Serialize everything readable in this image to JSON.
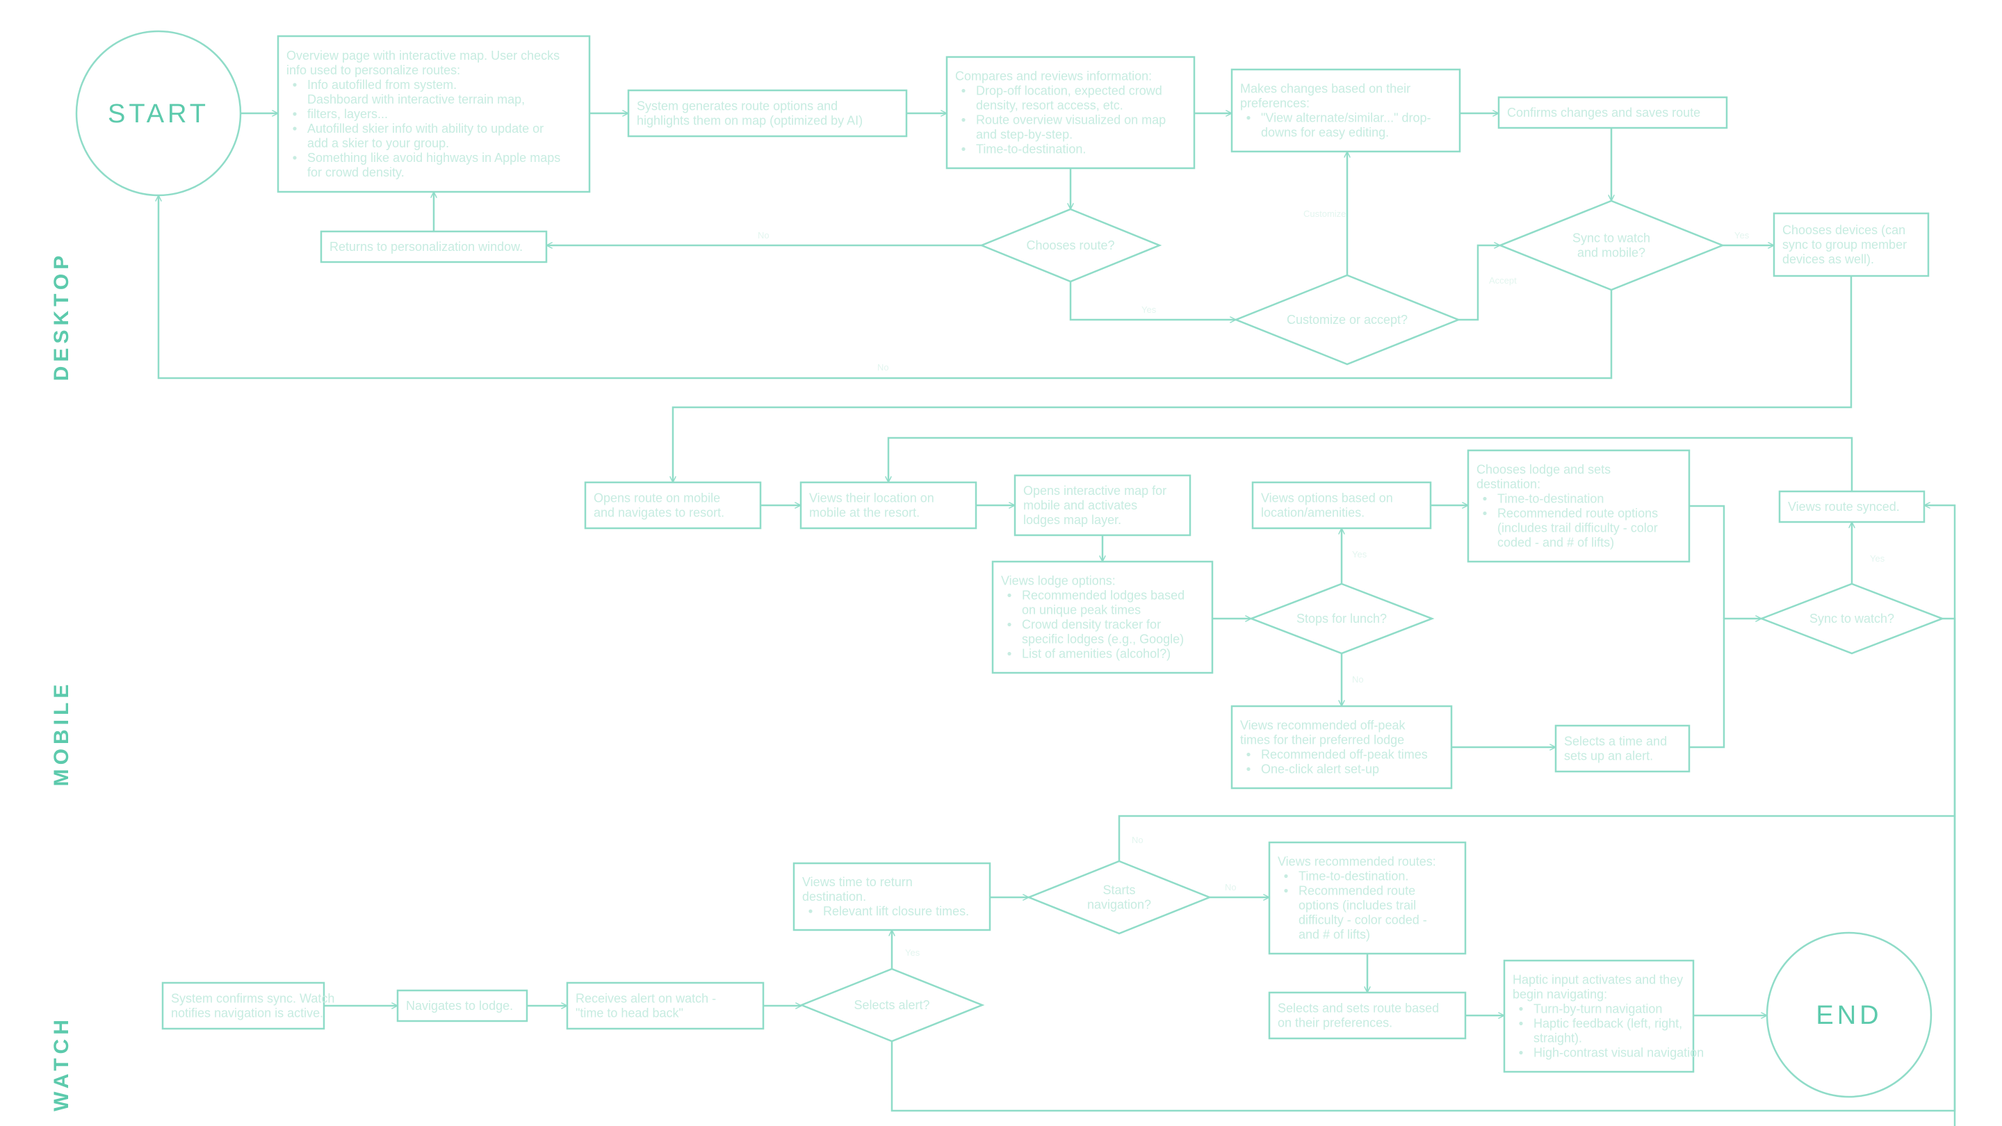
{
  "lanes": {
    "desktop": "DESKTOP",
    "mobile": "MOBILE",
    "watch": "WATCH"
  },
  "colors": {
    "stroke": "#8fdcc8",
    "text_faint": "#c7ece1",
    "accent": "#5ccaac",
    "background": "#ffffff"
  },
  "nodes": {
    "start": {
      "text": "START"
    },
    "overview": {
      "lines": [
        "Overview page with interactive map. User checks",
        "info used to personalize routes:"
      ],
      "bullets": [
        [
          "Info autofilled from system.",
          "Dashboard with interactive terrain map,"
        ],
        [
          "filters, layers..."
        ],
        [
          "Autofilled skier info with ability to update or",
          "add a skier to your group."
        ],
        [
          "Something like avoid highways in Apple maps",
          "for crowd density."
        ]
      ]
    },
    "generates": {
      "lines": [
        "System generates route options and",
        "highlights them on map (optimized by AI)"
      ]
    },
    "compares": {
      "lines": [
        "Compares and reviews information:"
      ],
      "bullets": [
        [
          "Drop-off location, expected crowd",
          "density, resort access, etc."
        ],
        [
          "Route overview visualized on map",
          "and step-by-step."
        ],
        [
          "Time-to-destination."
        ]
      ]
    },
    "makes_changes": {
      "lines": [
        "Makes changes based on their",
        "preferences:"
      ],
      "bullets": [
        [
          "\"View alternate/similar...\" drop-",
          "downs for easy editing."
        ]
      ]
    },
    "confirms": {
      "lines": [
        "Confirms changes and saves route"
      ]
    },
    "returns": {
      "lines": [
        "Returns to personalization window."
      ]
    },
    "chooses_route": {
      "lines": [
        "Chooses route?"
      ]
    },
    "customize": {
      "lines": [
        "Customize or accept?"
      ]
    },
    "sync_watch_mobile": {
      "lines": [
        "Sync to watch",
        "and mobile?"
      ]
    },
    "chooses_devices": {
      "lines": [
        "Chooses devices (can",
        "sync to group member",
        "devices as well)."
      ]
    },
    "opens_route": {
      "lines": [
        "Opens route on mobile",
        "and navigates to resort."
      ]
    },
    "views_location": {
      "lines": [
        "Views their location on",
        "mobile at the resort."
      ]
    },
    "opens_map": {
      "lines": [
        "Opens interactive map for",
        "mobile and activates",
        "lodges map layer."
      ]
    },
    "views_lodge_options": {
      "lines": [
        "Views lodge options:"
      ],
      "bullets": [
        [
          "Recommended lodges based",
          "on unique peak times"
        ],
        [
          "Crowd density tracker for",
          "specific lodges (e.g., Google)"
        ],
        [
          "List of amenities (alcohol?)"
        ]
      ]
    },
    "stops_lunch": {
      "lines": [
        "Stops for lunch?"
      ]
    },
    "views_options_location": {
      "lines": [
        "Views options based on",
        "location/amenities."
      ]
    },
    "chooses_lodge": {
      "lines": [
        "Chooses lodge and sets",
        "destination:"
      ],
      "bullets": [
        [
          "Time-to-destination"
        ],
        [
          "Recommended route options",
          "(includes trail difficulty - color",
          "coded - and # of lifts)"
        ]
      ]
    },
    "views_offpeak": {
      "lines": [
        "Views recommended off-peak",
        "times for their preferred lodge"
      ],
      "bullets": [
        [
          "Recommended off-peak times"
        ],
        [
          "One-click alert set-up"
        ]
      ]
    },
    "selects_time": {
      "lines": [
        "Selects a time and",
        "sets up an alert."
      ]
    },
    "sync_watch": {
      "lines": [
        "Sync to watch?"
      ]
    },
    "views_route_synced": {
      "lines": [
        "Views route synced."
      ]
    },
    "system_confirms": {
      "lines": [
        "System confirms sync. Watch",
        "notifies navigation is active."
      ]
    },
    "navigates_lodge": {
      "lines": [
        "Navigates to lodge."
      ]
    },
    "receives_alert": {
      "lines": [
        "Receives alert on watch -",
        "\"time to head back\""
      ]
    },
    "selects_alert": {
      "lines": [
        "Selects alert?"
      ]
    },
    "views_time_return": {
      "lines": [
        "Views time to return",
        "destination."
      ],
      "bullets": [
        [
          "Relevant lift closure times."
        ]
      ]
    },
    "starts_navigation": {
      "lines": [
        "Starts",
        "navigation?"
      ]
    },
    "views_recommended_routes": {
      "lines": [
        "Views recommended routes:"
      ],
      "bullets": [
        [
          "Time-to-destination."
        ],
        [
          "Recommended route",
          "options (includes trail",
          "difficulty - color coded -",
          "and # of lifts)"
        ]
      ]
    },
    "selects_route": {
      "lines": [
        "Selects and sets route based",
        "on their preferences."
      ]
    },
    "haptic": {
      "lines": [
        "Haptic input activates and they",
        "begin navigating:"
      ],
      "bullets": [
        [
          "Turn-by-turn navigation"
        ],
        [
          "Haptic feedback (left, right,",
          "straight)."
        ],
        [
          "High-contrast visual navigation"
        ]
      ]
    },
    "end": {
      "text": "END"
    }
  },
  "edge_labels": {
    "yes": "Yes",
    "no": "No",
    "customize_label": "Customize",
    "accept_label": "Accept"
  }
}
